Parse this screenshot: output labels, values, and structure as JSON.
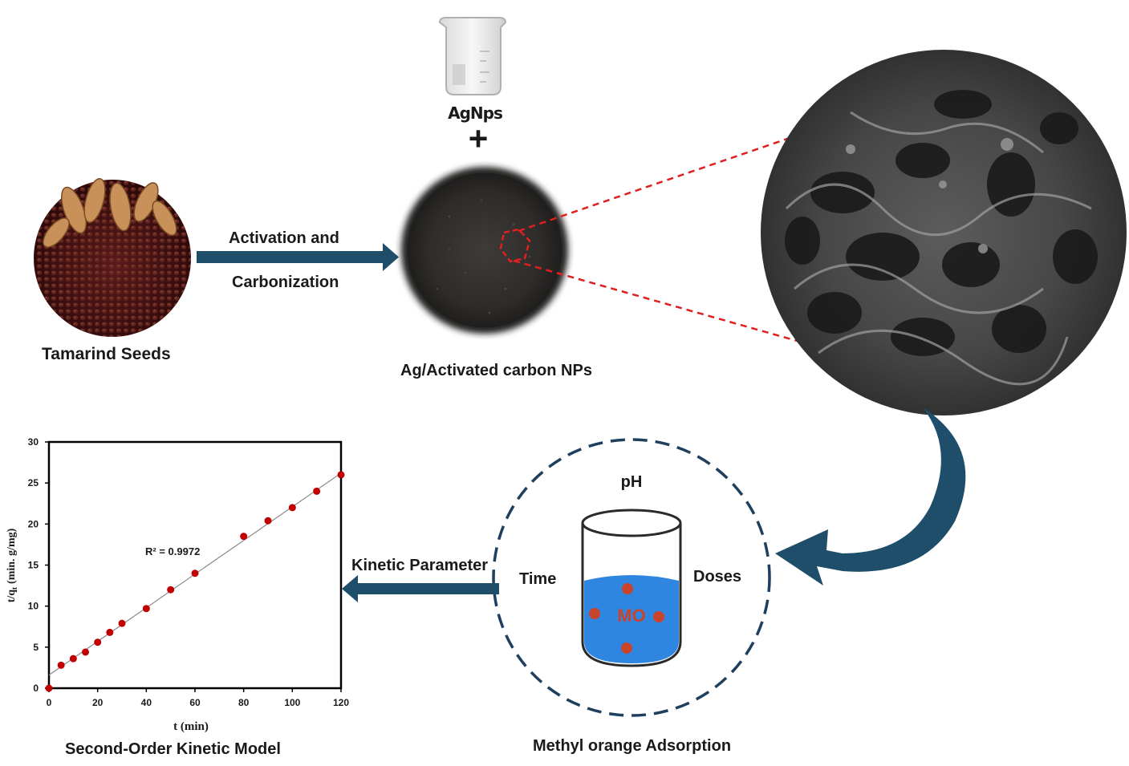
{
  "labels": {
    "seeds": "Tamarind Seeds",
    "activation_line1": "Activation and",
    "activation_line2": "Carbonization",
    "agnps": "AgNps",
    "plus": "+",
    "carbon": "Ag/Activated carbon NPs",
    "ph": "pH",
    "time": "Time",
    "doses": "Doses",
    "mo": "MO",
    "adsorption": "Methyl orange Adsorption",
    "kinetic": "Kinetic Parameter",
    "model": "Second-Order Kinetic Model"
  },
  "colors": {
    "arrow": "#1f4e6b",
    "dashed_circle": "#1f3f5f",
    "zoom_lines": "#e02020",
    "liquid": "#2f86e0",
    "particles": "#c8442a",
    "chart_points": "#c00000"
  },
  "chart_data": {
    "type": "scatter",
    "title": "",
    "xlabel": "t (min)",
    "ylabel": "t/q",
    "ylabel_sub": "t",
    "ylabel_units": "(min. g/mg)",
    "xlim": [
      0,
      120
    ],
    "ylim": [
      0,
      30
    ],
    "xticks": [
      0,
      20,
      40,
      60,
      80,
      100,
      120
    ],
    "yticks": [
      0,
      5,
      10,
      15,
      20,
      25,
      30
    ],
    "grid": false,
    "annotation": "R² = 0.9972",
    "series": [
      {
        "x": [
          0,
          5,
          10,
          15,
          20,
          25,
          30,
          40,
          50,
          60,
          80,
          90,
          100,
          110,
          120
        ],
        "y": [
          0,
          2.8,
          3.6,
          4.4,
          5.6,
          6.8,
          7.9,
          9.7,
          12.0,
          14.0,
          18.5,
          20.4,
          22.0,
          24.0,
          26.0
        ]
      }
    ],
    "trendline": {
      "x": [
        0,
        120
      ],
      "y": [
        1.6,
        26.2
      ]
    }
  }
}
